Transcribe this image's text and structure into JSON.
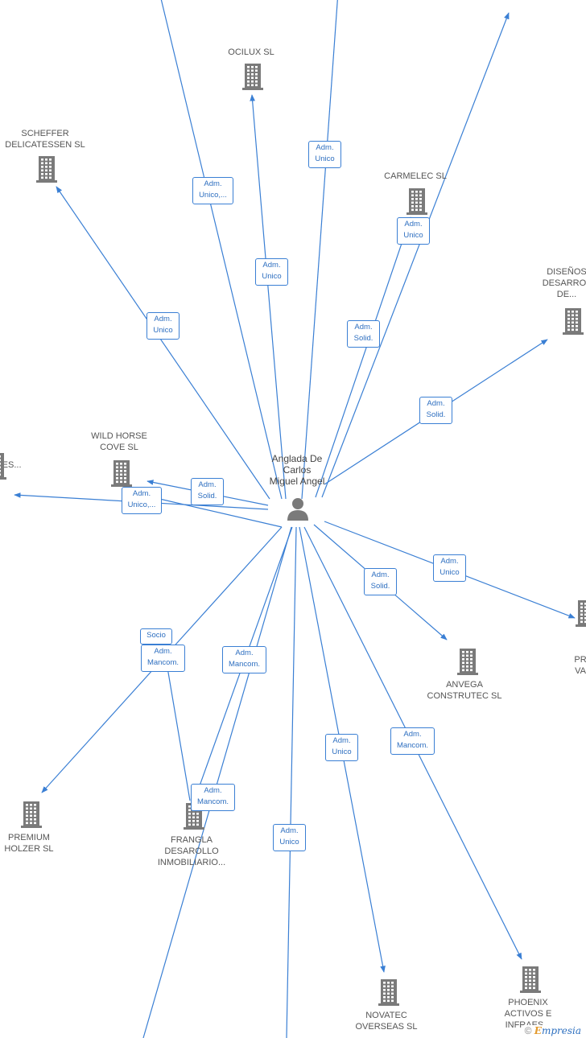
{
  "center": {
    "label": "Anglada De\nCarlos\nMiguel Angel",
    "icon": "person-icon"
  },
  "companies": [
    {
      "label": "OCILUX  SL",
      "icon": "building-icon"
    },
    {
      "label": "SCHEFFER\nDELICATESSEN SL",
      "icon": "building-icon"
    },
    {
      "label": "CARMELEC  SL",
      "icon": "building-icon"
    },
    {
      "label": "DISEÑOS\nDESARROL\nDE...",
      "icon": "building-icon"
    },
    {
      "label": "WILD HORSE\nCOVE  SL",
      "icon": "building-icon"
    },
    {
      "label": "...ES...",
      "icon": "building-icon"
    },
    {
      "label": "ANVEGA\nCONSTRUTEC SL",
      "icon": "building-icon"
    },
    {
      "label": "PR\nVA",
      "icon": "building-icon"
    },
    {
      "label": "PREMIUM\nHOLZER  SL",
      "icon": "building-icon"
    },
    {
      "label": "FRANGLA\nDESAROLLO\nINMOBILIARIO...",
      "icon": "building-icon"
    },
    {
      "label": "NOVATEC\nOVERSEAS SL",
      "icon": "building-icon"
    },
    {
      "label": "PHOENIX\nACTIVOS E\nINFRAES...",
      "icon": "building-icon"
    }
  ],
  "relations": [
    "Adm.\nUnico,...",
    "Adm.\nUnico",
    "Adm.\nUnico",
    "Adm.\nUnico",
    "Adm.\nUnico",
    "Adm.\nSolid.",
    "Adm.\nSolid.",
    "Adm.\nSolid.",
    "Adm.\nUnico,...",
    "Adm.\nSolid.",
    "Adm.\nUnico",
    "Socio",
    "Adm.\nMancom.",
    "Adm.\nMancom.",
    "Adm.\nMancom.",
    "Adm.\nUnico",
    "Adm.\nMancom.",
    "Adm.\nUnico"
  ],
  "footer": {
    "copyright": "©",
    "brand_e": "E",
    "brand_rest": "mpresia"
  },
  "colors": {
    "edge": "#3a7fd4",
    "icon": "#7a7a7a",
    "text": "#555555"
  }
}
